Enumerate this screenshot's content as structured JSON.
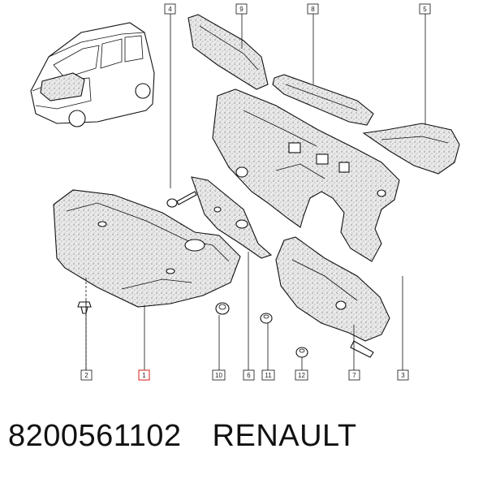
{
  "callouts": {
    "c1": "1",
    "c2": "2",
    "c3": "3",
    "c4": "4",
    "c5": "5",
    "c6": "6",
    "c7": "7",
    "c8": "8",
    "c9": "9",
    "c10": "10",
    "c11": "11",
    "c12": "12"
  },
  "highlight_color": "#e0443c",
  "caption": {
    "part_number": "8200561102",
    "brand": "RENAULT"
  }
}
